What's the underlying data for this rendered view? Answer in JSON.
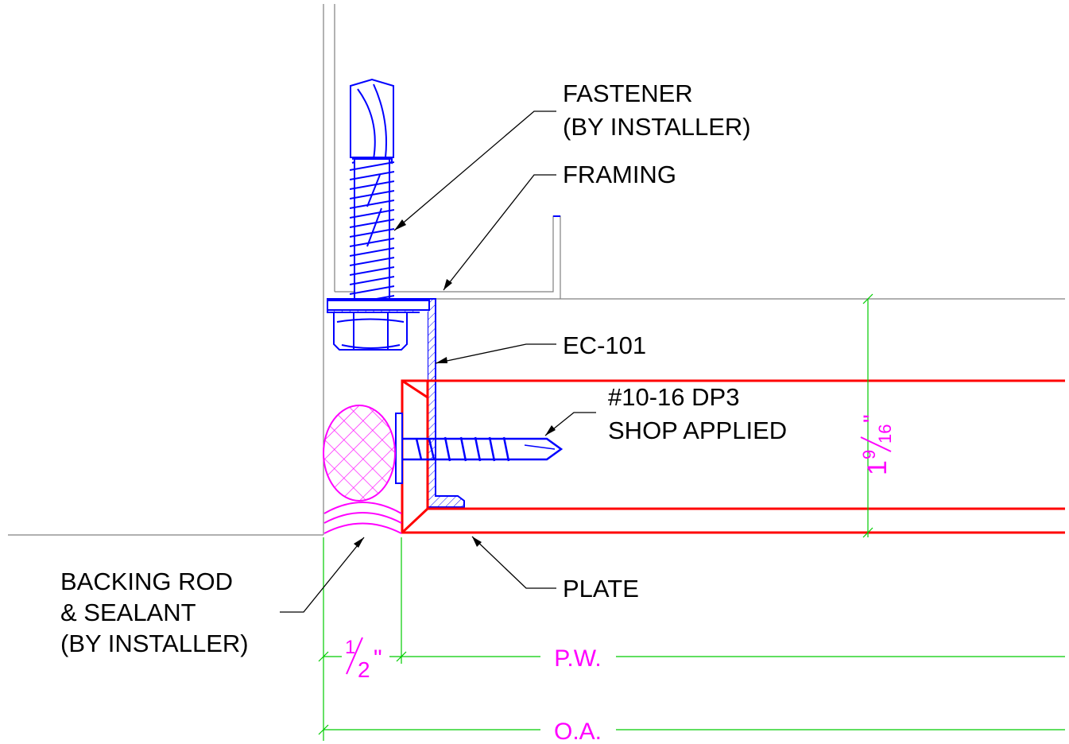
{
  "labels": {
    "fastener_line1": "FASTENER",
    "fastener_line2": "(BY INSTALLER)",
    "framing": "FRAMING",
    "ec101": "EC-101",
    "screw_line1": "#10-16 DP3",
    "screw_line2": "SHOP APPLIED",
    "plate": "PLATE",
    "backing_line1": "BACKING ROD",
    "backing_line2": "& SEALANT",
    "backing_line3": "(BY INSTALLER)"
  },
  "dimensions": {
    "height_whole": "1",
    "height_num": "9",
    "height_den": "16",
    "height_inch": "\"",
    "joint_num": "1",
    "joint_den": "2",
    "joint_inch": "\"",
    "pw": "P.W.",
    "oa": "O.A."
  },
  "colors": {
    "outline": "#0000ff",
    "plate": "#ff0000",
    "dimension": "#00cc00",
    "dimension_text": "#ff00ff",
    "sealant": "#ff00ff",
    "linework": "#808080",
    "leader": "#000000"
  }
}
